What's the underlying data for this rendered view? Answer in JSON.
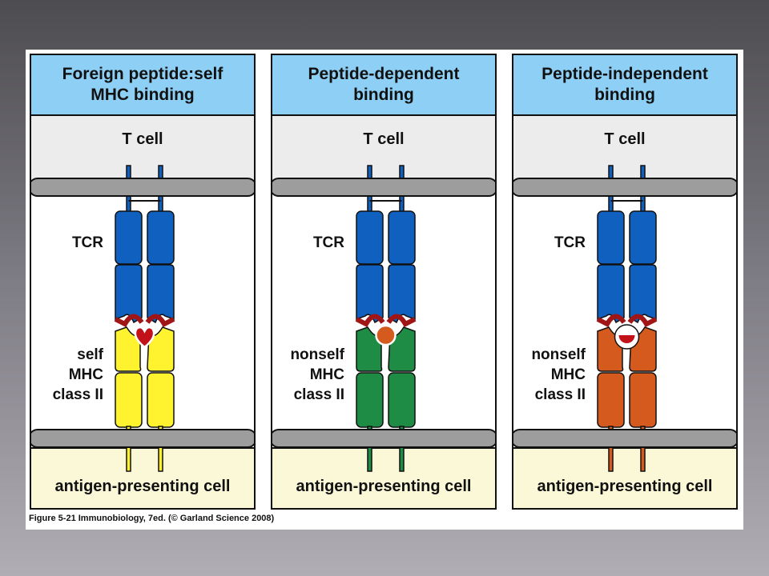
{
  "panels": [
    {
      "title_line1": "Foreign peptide:self",
      "title_line2": "MHC binding",
      "top_cell": "T cell",
      "receptor_label": "TCR",
      "mhc_label_line1": "self",
      "mhc_label_line2": "MHC",
      "mhc_label_line3": "class II",
      "bottom_cell": "antigen-presenting cell",
      "mhc_color": "#fff22e",
      "peptide_color": "#c3111a",
      "peptide_shape": "heart"
    },
    {
      "title_line1": "Peptide-dependent",
      "title_line2": "binding",
      "top_cell": "T cell",
      "receptor_label": "TCR",
      "mhc_label_line1": "nonself",
      "mhc_label_line2": "MHC",
      "mhc_label_line3": "class II",
      "bottom_cell": "antigen-presenting cell",
      "mhc_color": "#1f8c45",
      "peptide_color": "#d45a1e",
      "peptide_shape": "round"
    },
    {
      "title_line1": "Peptide-independent",
      "title_line2": "binding",
      "top_cell": "T cell",
      "receptor_label": "TCR",
      "mhc_label_line1": "nonself",
      "mhc_label_line2": "MHC",
      "mhc_label_line3": "class II",
      "bottom_cell": "antigen-presenting cell",
      "mhc_color": "#d45a1e",
      "peptide_color": "#c3111a",
      "peptide_shape": "half"
    }
  ],
  "tcr_color": "#1060c0",
  "tcr_contact_color": "#a01515",
  "caption": "Figure 5-21  Immunobiology, 7ed. (© Garland Science 2008)"
}
